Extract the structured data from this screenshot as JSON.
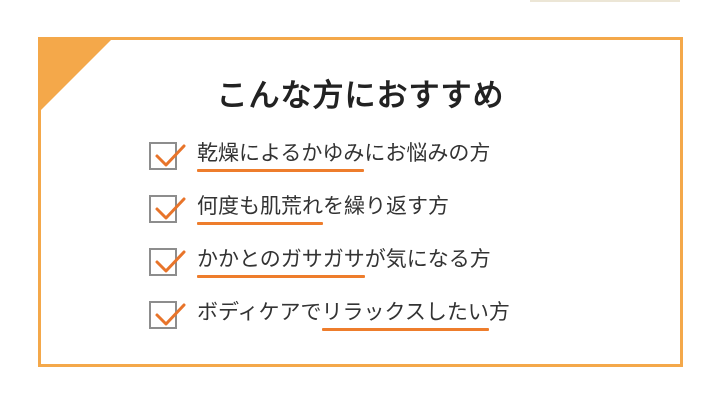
{
  "header": {
    "title": "こんなおすすめ方に"
  },
  "colors": {
    "accent": "#f4a84a",
    "underline": "#ee7d2c",
    "check": "#e8742a",
    "checkbox_border": "#8d8d8d"
  },
  "items": [
    {
      "underlined": "乾燥によるかゆみ",
      "plain": "にお悩みの方",
      "icon": "checkbox-checked-icon"
    },
    {
      "underlined": "何度も肌荒れ",
      "plain": "を繰り返す方",
      "icon": "checkbox-checked-icon"
    },
    {
      "underlined": "かかとのガサガサ",
      "plain": "が気になる方",
      "icon": "checkbox-checked-icon"
    },
    {
      "plain_before": "ボディケアで",
      "underlined": "リラックスしたい",
      "plain": "方",
      "icon": "checkbox-checked-icon"
    }
  ]
}
